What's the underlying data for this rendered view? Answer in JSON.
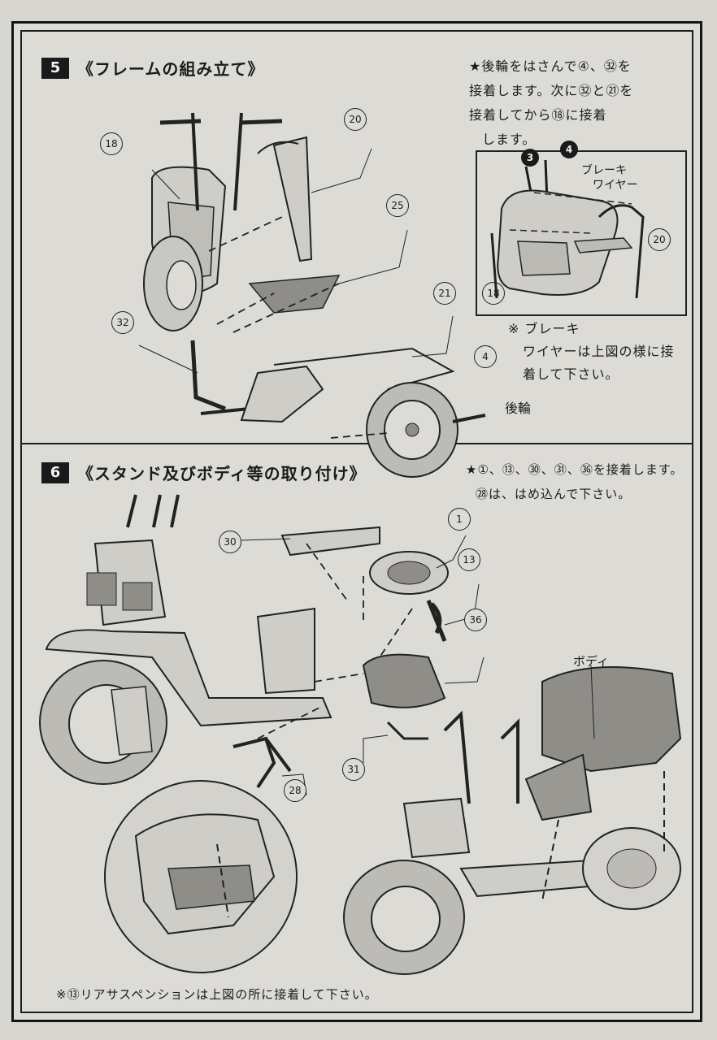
{
  "step5": {
    "number": "5",
    "title": "《フレームの組み立て》",
    "note_lines": [
      "★後輪をはさんで④、㉜を",
      "接着します。次に㉜と㉑を",
      "接着してから⑱に接着",
      "します。"
    ],
    "detail": {
      "brake_label": "ブレーキ",
      "wire_label": "ワイヤー",
      "callout_3": "3",
      "callout_4": "4",
      "part_20": "20",
      "part_18": "18"
    },
    "brake_note_lines": [
      "※ ブレーキ",
      "ワイヤーは上図の様に接",
      "着して下さい。"
    ],
    "rear_wheel_label": "後輪",
    "parts": [
      "18",
      "20",
      "25",
      "32",
      "21",
      "4"
    ]
  },
  "step6": {
    "number": "6",
    "title": "《スタンド及びボディ等の取り付け》",
    "note_lines": [
      "★①、⑬、㉚、㉛、㊱を接着します。",
      "㉘は、はめ込んで下さい。"
    ],
    "body_label": "ボディ",
    "parts": [
      "30",
      "1",
      "13",
      "36",
      "31",
      "28"
    ]
  },
  "footer_note": "※⑬リアサスペンションは上図の所に接着して下さい。",
  "colors": {
    "ink": "#1b1b1b",
    "paper": "#dcdbd6",
    "gray": "#8f8d88"
  }
}
